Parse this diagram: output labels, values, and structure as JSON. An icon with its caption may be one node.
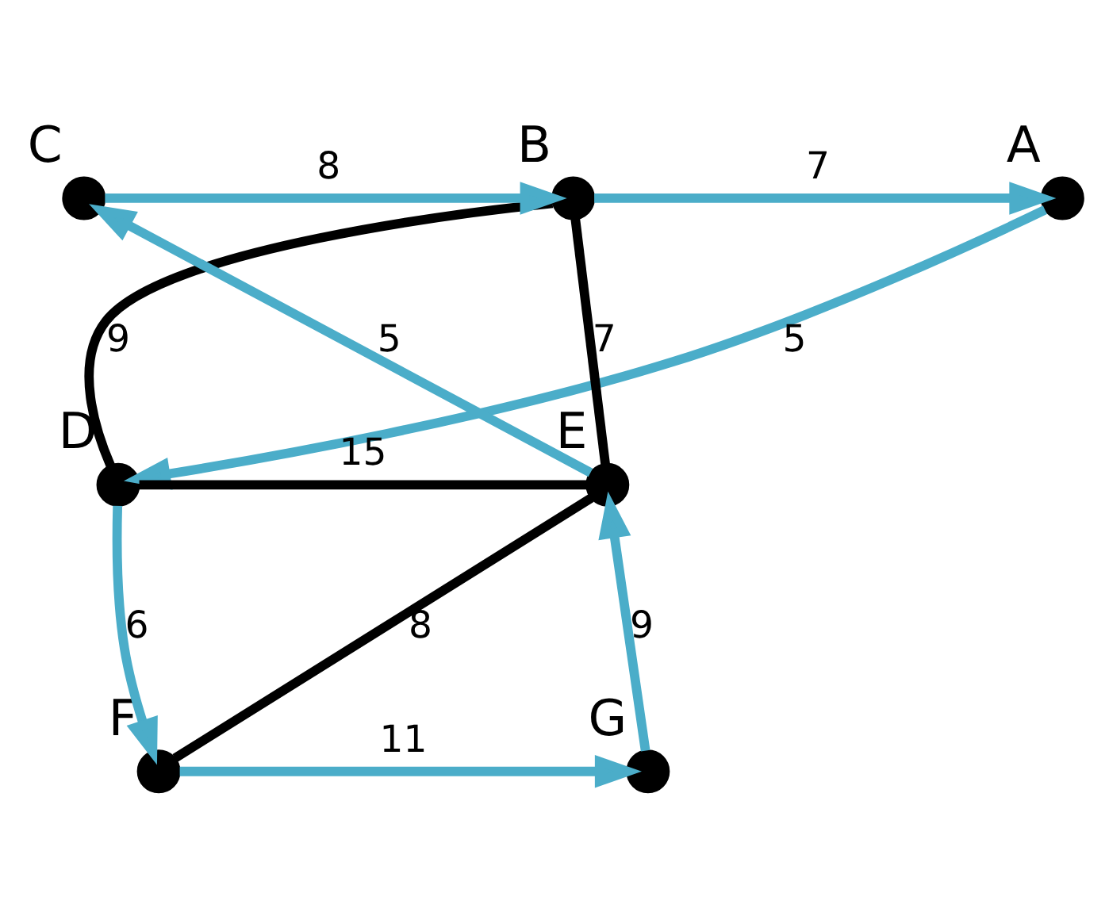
{
  "diagram": {
    "nodes": [
      {
        "text": [],
        "shape": "circle",
        "beside": [
          "A"
        ]
      },
      {
        "text": [],
        "shape": "circle",
        "beside": [
          "B"
        ]
      },
      {
        "text": [],
        "shape": "circle",
        "beside": [
          "C"
        ]
      },
      {
        "text": [],
        "shape": "circle",
        "beside": [
          "D"
        ]
      },
      {
        "text": [],
        "shape": "circle",
        "beside": [
          "E"
        ]
      },
      {
        "text": [],
        "shape": "circle",
        "beside": [
          "F"
        ]
      },
      {
        "text": [],
        "shape": "circle",
        "beside": [
          "G"
        ]
      }
    ],
    "edges": [
      {
        "from": 1,
        "to": 0,
        "arrow": "to",
        "label": "7"
      },
      {
        "from": 2,
        "to": 1,
        "arrow": "to",
        "label": "8"
      },
      {
        "from": 0,
        "to": 3,
        "arrow": "to",
        "label": "5"
      },
      {
        "from": 1,
        "to": 3,
        "arrow": "none",
        "label": "9",
        "color": "#000000"
      },
      {
        "from": 1,
        "to": 4,
        "arrow": "none",
        "label": "7",
        "color": "#000000"
      },
      {
        "from": 3,
        "to": 4,
        "arrow": "none",
        "label": "15",
        "color": "#000000"
      },
      {
        "from": 3,
        "to": 5,
        "arrow": "to",
        "label": "6"
      },
      {
        "from": 5,
        "to": 4,
        "arrow": "none",
        "label": "8",
        "color": "#000000"
      },
      {
        "from": 5,
        "to": 6,
        "arrow": "to",
        "label": "11"
      },
      {
        "from": 6,
        "to": 4,
        "arrow": "to",
        "label": "9"
      },
      {
        "from": 4,
        "to": 2,
        "arrow": "to",
        "label": "5"
      }
    ]
  }
}
